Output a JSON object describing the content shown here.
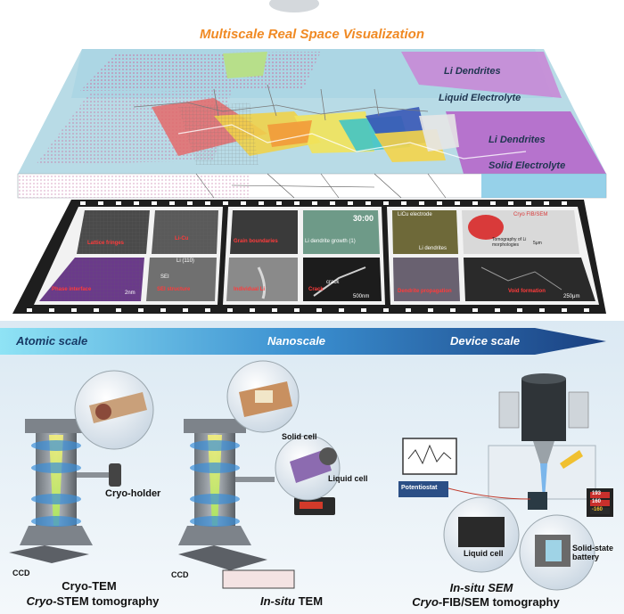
{
  "header": {
    "title": "Multiscale Real Space Visualization"
  },
  "layers": {
    "li_dendrites_top": "Li Dendrites",
    "liquid_electrolyte": "Liquid Electrolyte",
    "li_dendrites_bottom": "Li Dendrites",
    "solid_electrolyte": "Solid Electrolyte"
  },
  "filmstrip": {
    "atomic": [
      "Lattice fringes",
      "Li-Cu",
      "Phase interface",
      "SEI structure"
    ],
    "atomic_extra": {
      "li110": "Li (110)",
      "sei": "SEI",
      "scale": "2nm"
    },
    "nano": [
      "Grain boundaries",
      "Li dendrite growth (1)",
      "Individual Li",
      "Crack"
    ],
    "nano_extra": {
      "time": "30:00",
      "crack_small": "crack",
      "scale": "500nm"
    },
    "device": [
      "LiCu electrode",
      "Cryo FIB/SEM",
      "Li dendrites",
      "Tomography of Li morphologies",
      "Dendrite propagation",
      "Void formation"
    ],
    "device_extra": {
      "scale1": "5μm",
      "scale2": "250μm"
    }
  },
  "scale_bar": {
    "atomic": "Atomic scale",
    "nano": "Nanoscale",
    "device": "Device scale"
  },
  "instruments": {
    "ccd_left": "CCD",
    "ccd_mid": "CCD",
    "cryo_holder": "Cryo-holder",
    "solid_cell": "Solid cell",
    "liquid_cell_tem": "Liquid cell",
    "potentiostat": "Potentiostat",
    "liquid_cell_sem": "Liquid cell",
    "solid_state_battery": "Solid-state battery",
    "readout1": "193",
    "readout2": "160",
    "readout3": "-160"
  },
  "captions": {
    "cryo_tem": "Cryo-TEM",
    "cryo_stem_prefix": "Cryo",
    "cryo_stem_rest": "-STEM tomography",
    "insitu_tem_prefix": "In-situ",
    "insitu_tem_rest": " TEM",
    "insitu_sem": "In-situ SEM",
    "cryo_fib_prefix": "Cryo",
    "cryo_fib_rest": "-FIB/SEM tomography"
  },
  "colors": {
    "title_orange": "#f08a24",
    "arrow_dark": "#1e4b8a",
    "arrow_light": "#6fd3f0",
    "dendrite_purple": "#b560c8"
  }
}
